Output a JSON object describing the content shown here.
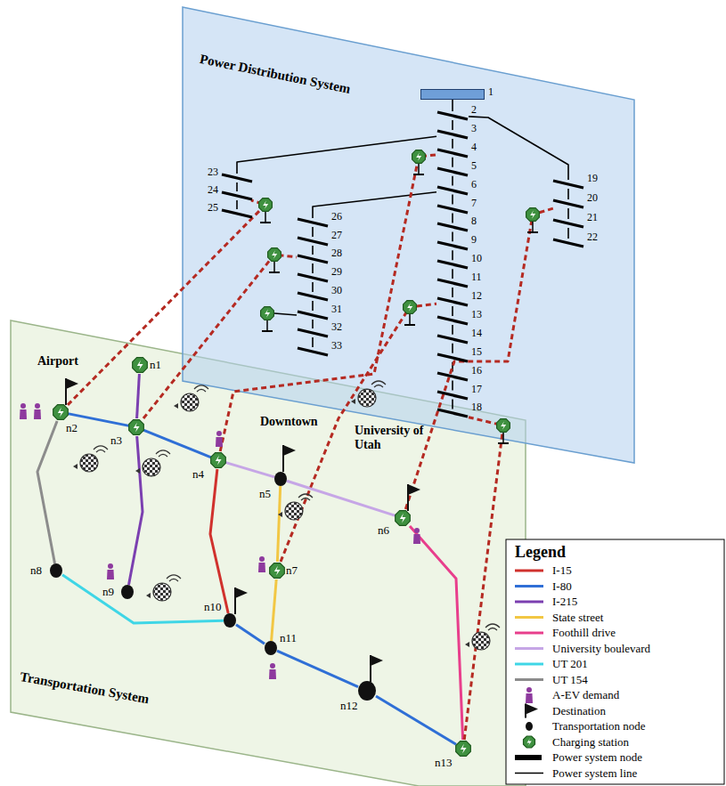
{
  "diagram": {
    "nodes": [
      {
        "text": [
          "1"
        ]
      },
      {
        "text": [
          "2"
        ]
      },
      {
        "text": [
          "3"
        ]
      },
      {
        "text": [
          "4"
        ]
      },
      {
        "text": [
          "5"
        ]
      },
      {
        "text": [
          "6"
        ]
      },
      {
        "text": [
          "7"
        ]
      },
      {
        "text": [
          "8"
        ]
      },
      {
        "text": [
          "9"
        ]
      },
      {
        "text": [
          "10"
        ]
      },
      {
        "text": [
          "11"
        ]
      },
      {
        "text": [
          "12"
        ]
      },
      {
        "text": [
          "13"
        ]
      },
      {
        "text": [
          "14"
        ]
      },
      {
        "text": [
          "15"
        ]
      },
      {
        "text": [
          "16"
        ]
      },
      {
        "text": [
          "17"
        ]
      },
      {
        "text": [
          "18"
        ]
      },
      {
        "text": [
          "19"
        ]
      },
      {
        "text": [
          "20"
        ]
      },
      {
        "text": [
          "21"
        ]
      },
      {
        "text": [
          "22"
        ]
      },
      {
        "text": [
          "23"
        ]
      },
      {
        "text": [
          "24"
        ]
      },
      {
        "text": [
          "25"
        ]
      },
      {
        "text": [
          "26"
        ]
      },
      {
        "text": [
          "27"
        ]
      },
      {
        "text": [
          "28"
        ]
      },
      {
        "text": [
          "29"
        ]
      },
      {
        "text": [
          "30"
        ]
      },
      {
        "text": [
          "31"
        ]
      },
      {
        "text": [
          "32"
        ]
      },
      {
        "text": [
          "33"
        ]
      },
      {
        "text": [
          "n1"
        ]
      },
      {
        "text": [
          "n2"
        ]
      },
      {
        "text": [
          "n3"
        ]
      },
      {
        "text": [
          "n4"
        ]
      },
      {
        "text": [
          "n5"
        ]
      },
      {
        "text": [
          "n6"
        ]
      },
      {
        "text": [
          "n7"
        ]
      },
      {
        "text": [
          "n8"
        ]
      },
      {
        "text": [
          "n9"
        ]
      },
      {
        "text": [
          "n10"
        ]
      },
      {
        "text": [
          "n11"
        ]
      },
      {
        "text": [
          "n12"
        ]
      },
      {
        "text": [
          "n13"
        ]
      }
    ],
    "edges": [
      {
        "from": 0,
        "to": 1,
        "arrow": "none"
      },
      {
        "from": 1,
        "to": 2,
        "arrow": "none"
      },
      {
        "from": 2,
        "to": 3,
        "arrow": "none"
      },
      {
        "from": 3,
        "to": 4,
        "arrow": "none"
      },
      {
        "from": 4,
        "to": 5,
        "arrow": "none"
      },
      {
        "from": 5,
        "to": 6,
        "arrow": "none"
      },
      {
        "from": 6,
        "to": 7,
        "arrow": "none"
      },
      {
        "from": 7,
        "to": 8,
        "arrow": "none"
      },
      {
        "from": 8,
        "to": 9,
        "arrow": "none"
      },
      {
        "from": 9,
        "to": 10,
        "arrow": "none"
      },
      {
        "from": 10,
        "to": 11,
        "arrow": "none"
      },
      {
        "from": 11,
        "to": 12,
        "arrow": "none"
      },
      {
        "from": 12,
        "to": 13,
        "arrow": "none"
      },
      {
        "from": 13,
        "to": 14,
        "arrow": "none"
      },
      {
        "from": 14,
        "to": 15,
        "arrow": "none"
      },
      {
        "from": 15,
        "to": 16,
        "arrow": "none"
      },
      {
        "from": 16,
        "to": 17,
        "arrow": "none"
      },
      {
        "from": 1,
        "to": 18,
        "arrow": "none"
      },
      {
        "from": 18,
        "to": 19,
        "arrow": "none"
      },
      {
        "from": 19,
        "to": 20,
        "arrow": "none"
      },
      {
        "from": 20,
        "to": 21,
        "arrow": "none"
      },
      {
        "from": 2,
        "to": 22,
        "arrow": "none"
      },
      {
        "from": 22,
        "to": 23,
        "arrow": "none"
      },
      {
        "from": 23,
        "to": 24,
        "arrow": "none"
      },
      {
        "from": 5,
        "to": 25,
        "arrow": "none"
      },
      {
        "from": 25,
        "to": 26,
        "arrow": "none"
      },
      {
        "from": 26,
        "to": 27,
        "arrow": "none"
      },
      {
        "from": 27,
        "to": 28,
        "arrow": "none"
      },
      {
        "from": 28,
        "to": 29,
        "arrow": "none"
      },
      {
        "from": 29,
        "to": 30,
        "arrow": "none"
      },
      {
        "from": 30,
        "to": 31,
        "arrow": "none"
      },
      {
        "from": 31,
        "to": 32,
        "arrow": "none"
      },
      {
        "from": 34,
        "to": 35,
        "arrow": "none"
      },
      {
        "from": 35,
        "to": 36,
        "arrow": "none"
      },
      {
        "from": 36,
        "to": 37,
        "arrow": "none"
      },
      {
        "from": 37,
        "to": 38,
        "arrow": "none"
      },
      {
        "from": 38,
        "to": 45,
        "arrow": "none"
      },
      {
        "from": 33,
        "to": 35,
        "arrow": "none"
      },
      {
        "from": 35,
        "to": 41,
        "arrow": "none"
      },
      {
        "from": 34,
        "to": 40,
        "arrow": "none"
      },
      {
        "from": 40,
        "to": 42,
        "arrow": "none"
      },
      {
        "from": 36,
        "to": 42,
        "arrow": "none"
      },
      {
        "from": 37,
        "to": 39,
        "arrow": "none"
      },
      {
        "from": 39,
        "to": 43,
        "arrow": "none"
      },
      {
        "from": 42,
        "to": 43,
        "arrow": "none"
      },
      {
        "from": 43,
        "to": 44,
        "arrow": "none"
      },
      {
        "from": 44,
        "to": 45,
        "arrow": "none"
      },
      {
        "from": 34,
        "to": 23,
        "arrow": "none"
      },
      {
        "from": 35,
        "to": 27,
        "arrow": "none"
      },
      {
        "from": 36,
        "to": 3,
        "arrow": "none"
      },
      {
        "from": 39,
        "to": 11,
        "arrow": "none"
      },
      {
        "from": 38,
        "to": 19,
        "arrow": "none"
      },
      {
        "from": 45,
        "to": 17,
        "arrow": "none"
      }
    ],
    "labels": [
      "Power Distribution System",
      "Transportation System",
      "Airport",
      "Downtown",
      "University of Utah",
      "Legend"
    ],
    "legend": [
      {
        "text": "I-15"
      },
      {
        "text": "I-80"
      },
      {
        "text": "I-215"
      },
      {
        "text": "State street"
      },
      {
        "text": "Foothill drive"
      },
      {
        "text": "University boulevard"
      },
      {
        "text": "UT 201"
      },
      {
        "text": "UT 154"
      },
      {
        "text": "A-EV demand"
      },
      {
        "text": "Destination"
      },
      {
        "text": "Transportation node"
      },
      {
        "text": "Charging station"
      },
      {
        "text": "Power system node"
      },
      {
        "text": "Power system line"
      }
    ]
  }
}
